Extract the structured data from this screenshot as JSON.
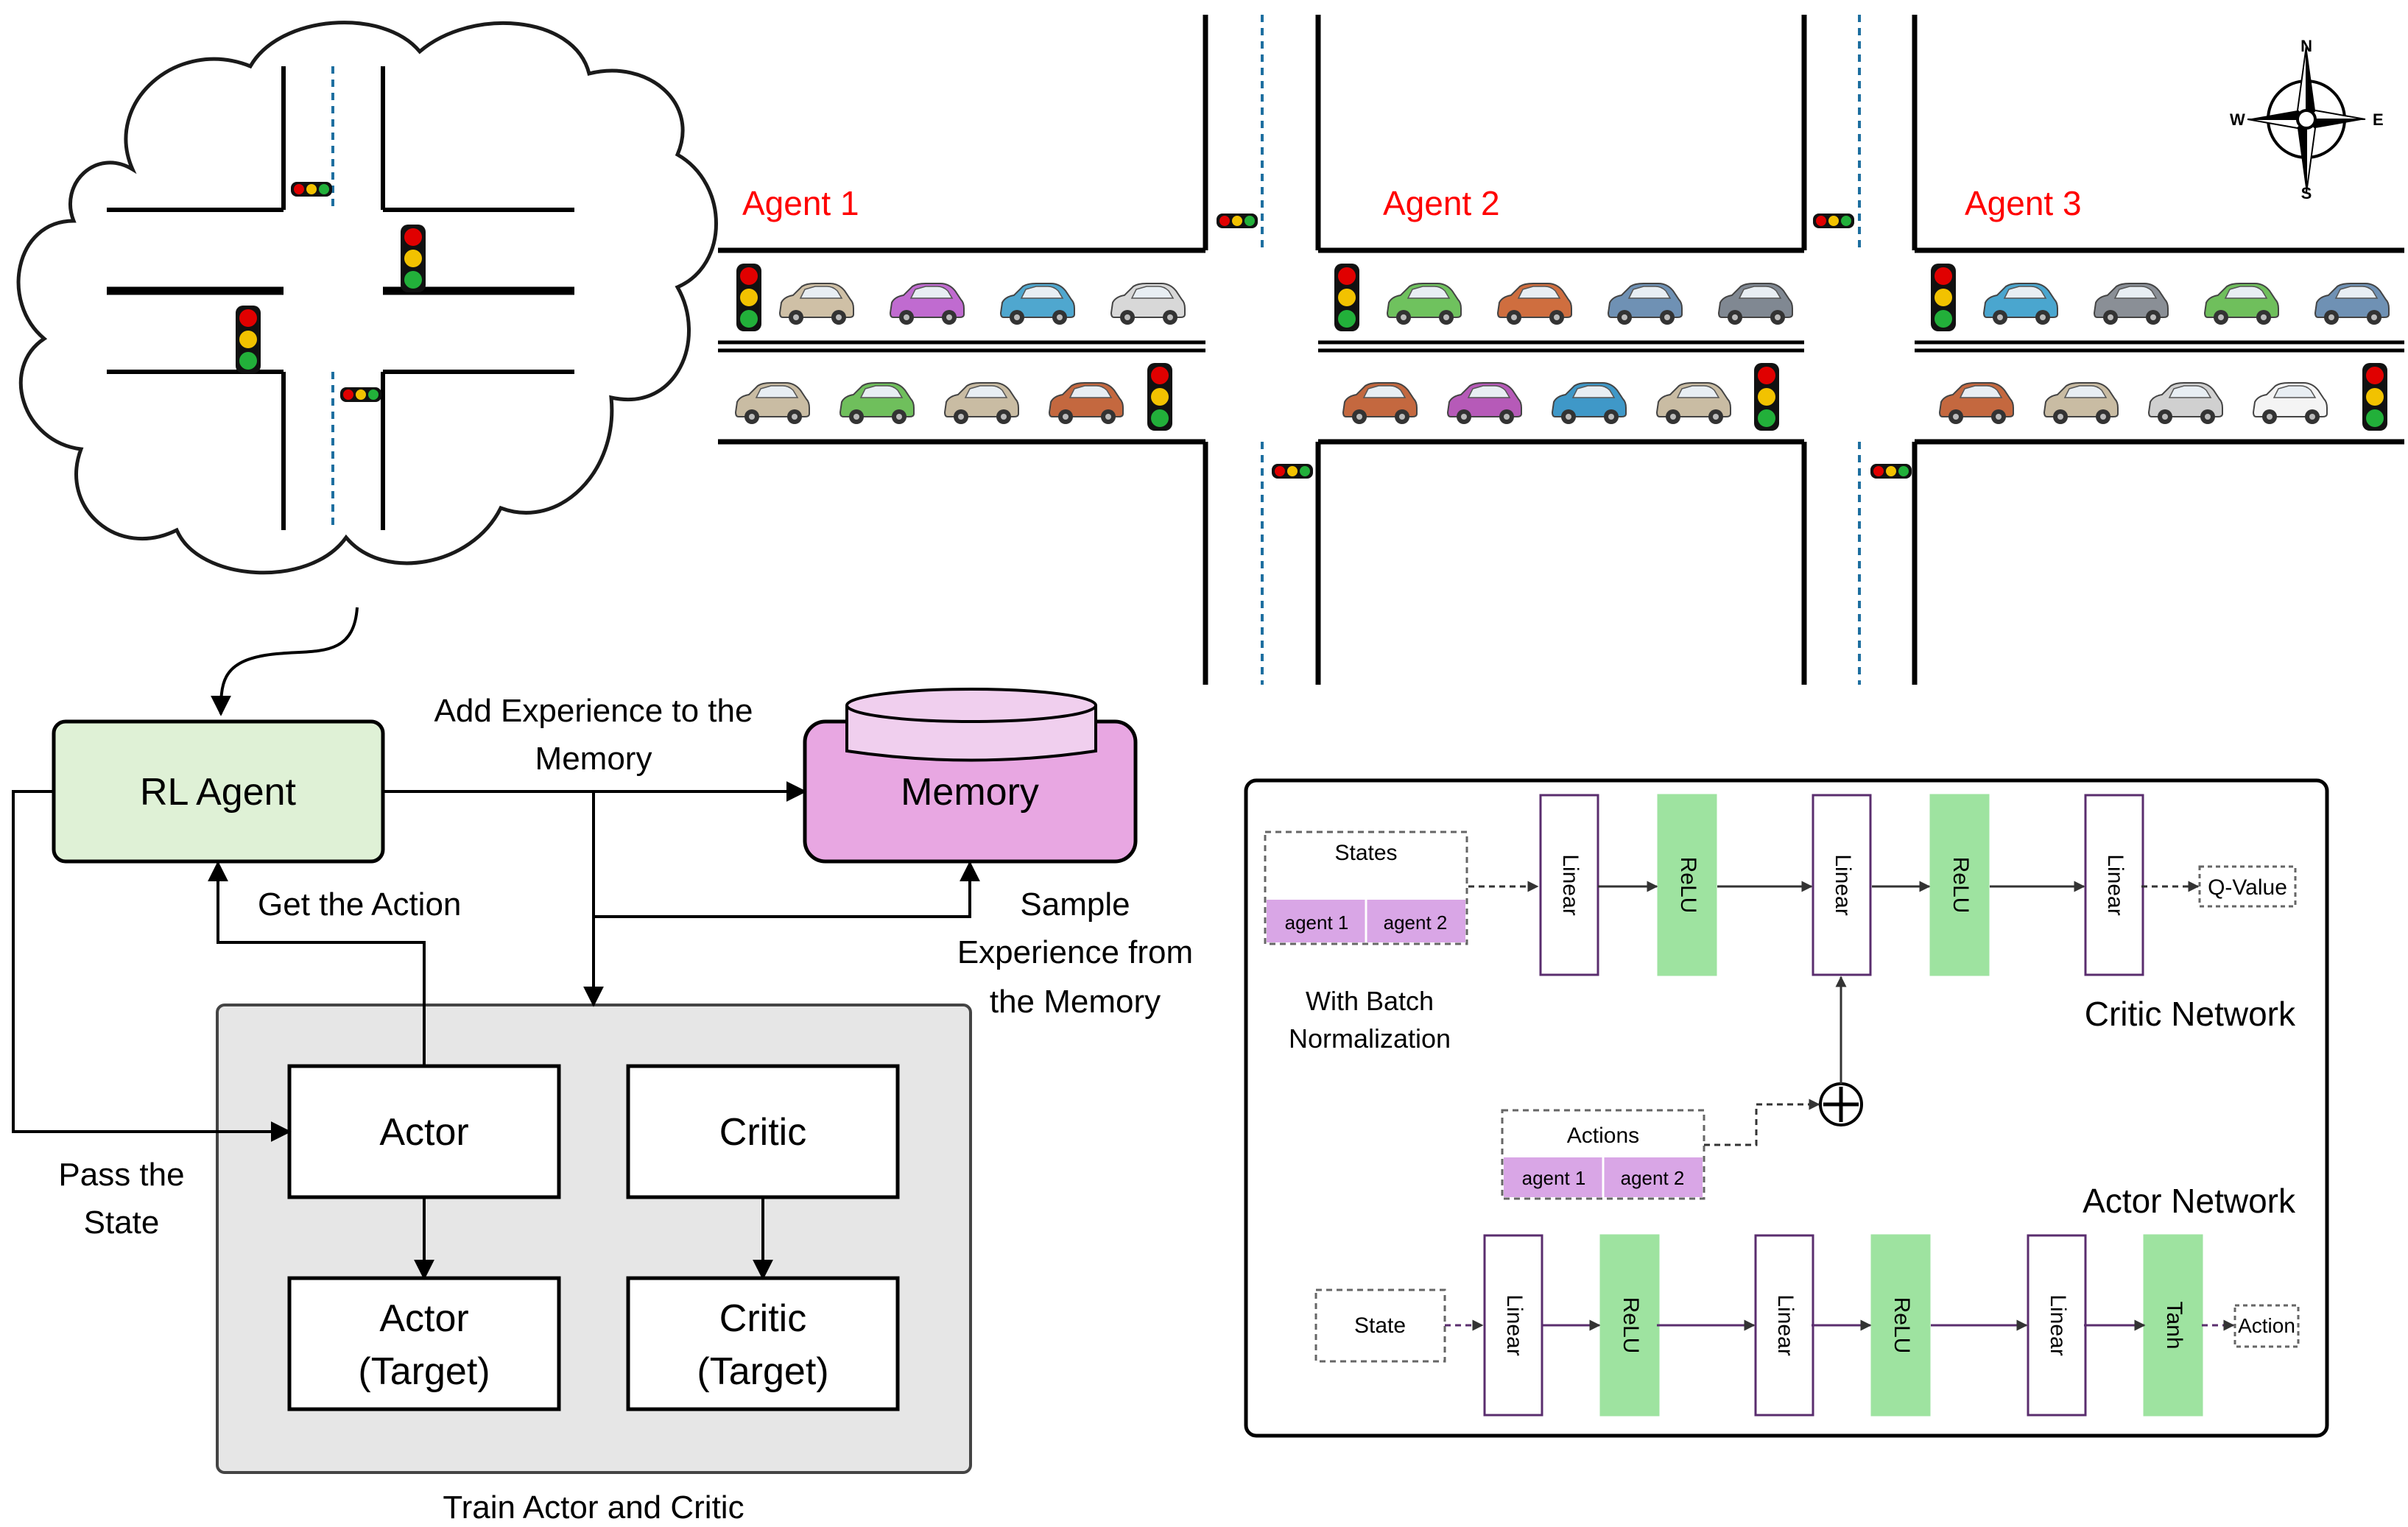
{
  "traffic": {
    "agents": [
      "Agent 1",
      "Agent 2",
      "Agent 3"
    ],
    "compass": {
      "n": "N",
      "s": "S",
      "e": "E",
      "w": "W"
    }
  },
  "flow": {
    "rl_agent": "RL Agent",
    "memory": "Memory",
    "add_experience_line1": "Add Experience to the",
    "add_experience_line2": "Memory",
    "get_action": "Get the Action",
    "sample_line1": "Sample",
    "sample_line2": "Experience from",
    "sample_line3": "the Memory",
    "pass_line1": "Pass the",
    "pass_line2": "State",
    "actor": "Actor",
    "critic": "Critic",
    "actor_target_line1": "Actor",
    "actor_target_line2": "(Target)",
    "critic_target_line1": "Critic",
    "critic_target_line2": "(Target)",
    "train_caption": "Train Actor and Critic"
  },
  "networks": {
    "critic": {
      "title": "Critic Network",
      "states": "States",
      "agent1": "agent 1",
      "agent2": "agent 2",
      "batch_line1": "With Batch",
      "batch_line2": "Normalization",
      "actions": "Actions",
      "linear": "Linear",
      "relu": "ReLU",
      "output": "Q-Value"
    },
    "actor": {
      "title": "Actor Network",
      "input": "State",
      "linear": "Linear",
      "relu": "ReLU",
      "tanh": "Tanh",
      "output": "Action"
    }
  },
  "colors": {
    "agent_label": "#ff0000",
    "rl_agent_fill": "#dff1d6",
    "memory_fill": "#e8a7e2",
    "memory_top_fill": "#f0cfee",
    "train_panel_fill": "#e6e6e6",
    "relu_fill": "#9ee3a0",
    "agent_chip_fill": "#d9a6e6",
    "linear_stroke": "#5a2d6e",
    "road_dash": "#1e6fa0"
  },
  "car_colors": [
    [
      "#cfc0a6",
      "#c06bd0",
      "#4fa7cf",
      "#d8d8d8",
      "#c9bca3",
      "#6fbf5c",
      "#c9bca3",
      "#c4683f"
    ],
    [
      "#6fc25e",
      "#cf6e3f",
      "#6f91b4",
      "#808892",
      "#c4683f",
      "#b65ab8",
      "#3f98c8",
      "#c9bca3"
    ],
    [
      "#4aa6cf",
      "#8a8f96",
      "#6fbf5c",
      "#6f91b4",
      "#c4683f",
      "#c9bca3",
      "#d0d0d0",
      "#f4f4f4"
    ]
  ]
}
